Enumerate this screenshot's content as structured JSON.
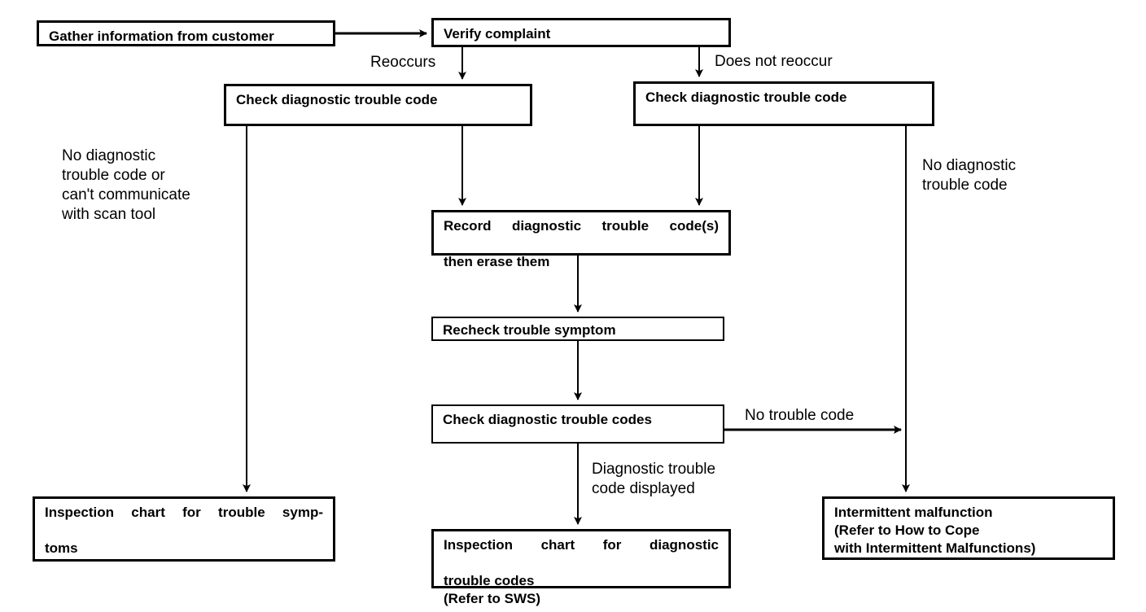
{
  "diagram": {
    "title": "Diagnostic troubleshooting flow chart",
    "type": "flowchart",
    "colors": {
      "line": "#000000",
      "box_fill": "#ffffff",
      "text": "#000000"
    },
    "boxes": [
      {
        "id": "gather",
        "text": "Gather information from customer"
      },
      {
        "id": "verify",
        "text": "Verify complaint"
      },
      {
        "id": "check_left",
        "text": "Check diagnostic trouble code"
      },
      {
        "id": "check_right",
        "text": "Check diagnostic trouble code"
      },
      {
        "id": "record",
        "line1": "Record diagnostic trouble code(s)",
        "line2": "then erase them"
      },
      {
        "id": "recheck",
        "text": "Recheck trouble symptom"
      },
      {
        "id": "check_codes",
        "text": "Check diagnostic trouble codes"
      },
      {
        "id": "inspection_symptoms",
        "line1": "Inspection chart for trouble symp-",
        "line2": "toms"
      },
      {
        "id": "inspection_codes",
        "line1": "Inspection chart for diagnostic",
        "line2": "trouble codes",
        "line3": "(Refer to SWS)"
      },
      {
        "id": "intermittent",
        "line1": "Intermittent malfunction",
        "line2": "(Refer to How to Cope",
        "line3": "with Intermittent Malfunctions)"
      }
    ],
    "labels": {
      "reoccurs": "Reoccurs",
      "does_not_reoccur": "Does not reoccur",
      "no_code_or_comm": "No diagnostic\ntrouble code or\ncan't communicate\nwith scan tool",
      "no_diagnostic_trouble_code": "No diagnostic\ntrouble code",
      "no_trouble_code": "No trouble code",
      "code_displayed": "Diagnostic trouble\ncode displayed"
    }
  }
}
